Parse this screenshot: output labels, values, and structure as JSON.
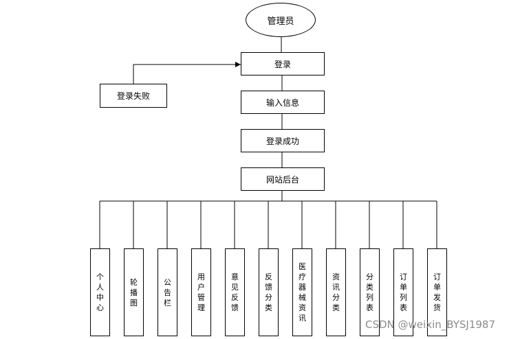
{
  "diagram": {
    "root": {
      "label": "管理员"
    },
    "login": {
      "label": "登录"
    },
    "login_failed": {
      "label": "登录失败"
    },
    "input_info": {
      "label": "输入信息"
    },
    "login_success": {
      "label": "登录成功"
    },
    "backend": {
      "label": "网站后台"
    },
    "modules": [
      {
        "label": "个人中心"
      },
      {
        "label": "轮播图"
      },
      {
        "label": "公告栏"
      },
      {
        "label": "用户管理"
      },
      {
        "label": "意见反馈"
      },
      {
        "label": "反馈分类"
      },
      {
        "label": "医疗器械资讯"
      },
      {
        "label": "资讯分类"
      },
      {
        "label": "分类列表"
      },
      {
        "label": "订单列表"
      },
      {
        "label": "订单发货"
      }
    ]
  },
  "watermark": "CSDN @weixin_BYSJ1987"
}
